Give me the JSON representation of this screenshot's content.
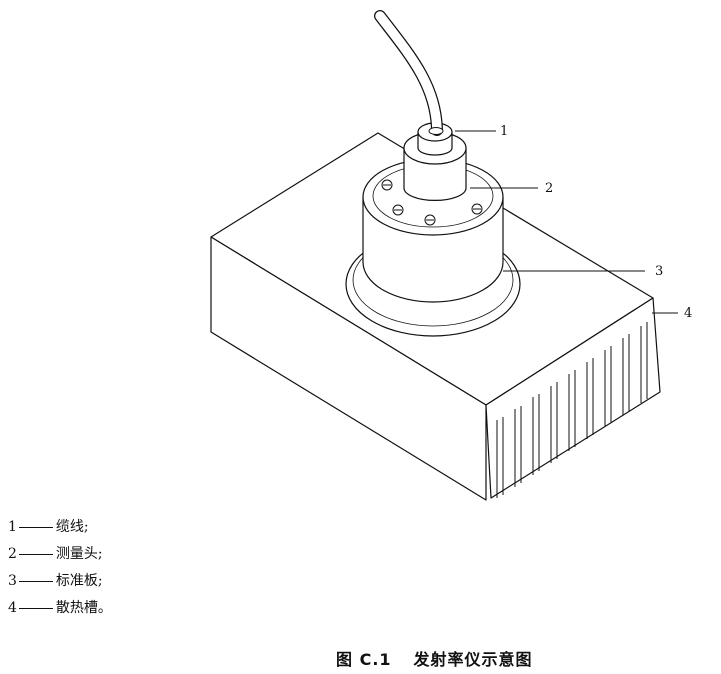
{
  "callouts": [
    {
      "num": "1",
      "text": "缆线;"
    },
    {
      "num": "2",
      "text": "测量头;"
    },
    {
      "num": "3",
      "text": "标准板;"
    },
    {
      "num": "4",
      "text": "散热槽。"
    }
  ],
  "caption": {
    "label": "图 C.1",
    "title": "发射率仪示意图"
  }
}
